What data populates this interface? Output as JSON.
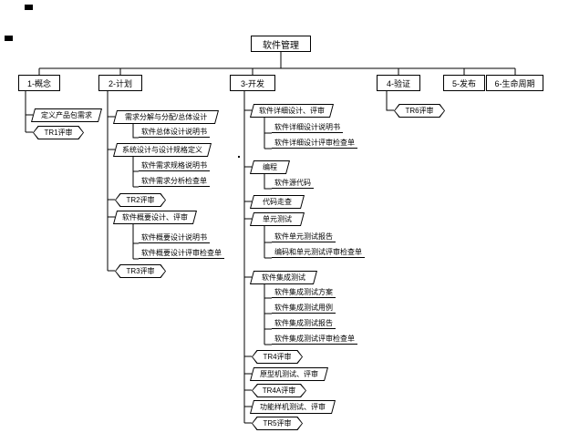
{
  "title": "软件管理",
  "phases": {
    "concept": "1-概念",
    "plan": "2-计划",
    "dev": "3-开发",
    "verify": "4-验证",
    "release": "5-发布",
    "lifecycle": "6-生命周期"
  },
  "concept": {
    "define_pkg_req": "定义产品包需求",
    "tr1": "TR1评审"
  },
  "plan": {
    "req_decompose": "需求分解与分配/总体设计",
    "overall_design_spec": "软件总体设计说明书",
    "sys_design": "系统设计与设计规格定义",
    "req_spec": "软件需求规格说明书",
    "req_analysis_checklist": "软件需求分析检查单",
    "tr2": "TR2评审",
    "prelim_design": "软件概要设计、评审",
    "prelim_design_spec": "软件概要设计说明书",
    "prelim_design_checklist": "软件概要设计评审检查单",
    "tr3": "TR3评审"
  },
  "dev": {
    "detail_design": "软件详细设计、评审",
    "detail_design_spec": "软件详细设计说明书",
    "detail_design_checklist": "软件详细设计评审检查单",
    "coding": "编程",
    "source_code": "软件源代码",
    "code_walkthrough": "代码走查",
    "unit_test": "单元测试",
    "unit_test_report": "软件单元测试报告",
    "unit_test_checklist": "编码和单元测试评审检查单",
    "integration_test": "软件集成测试",
    "integration_test_plan": "软件集成测试方案",
    "integration_test_case": "软件集成测试用例",
    "integration_test_report": "软件集成测试报告",
    "integration_test_checklist": "软件集成测试评审检查单",
    "tr4": "TR4评审",
    "prototype_test": "原型机测试、评审",
    "tr4a": "TR4A评审",
    "functional_prototype_test": "功能样机测试、评审",
    "tr5": "TR5评审"
  },
  "verify": {
    "tr6": "TR6评审"
  }
}
